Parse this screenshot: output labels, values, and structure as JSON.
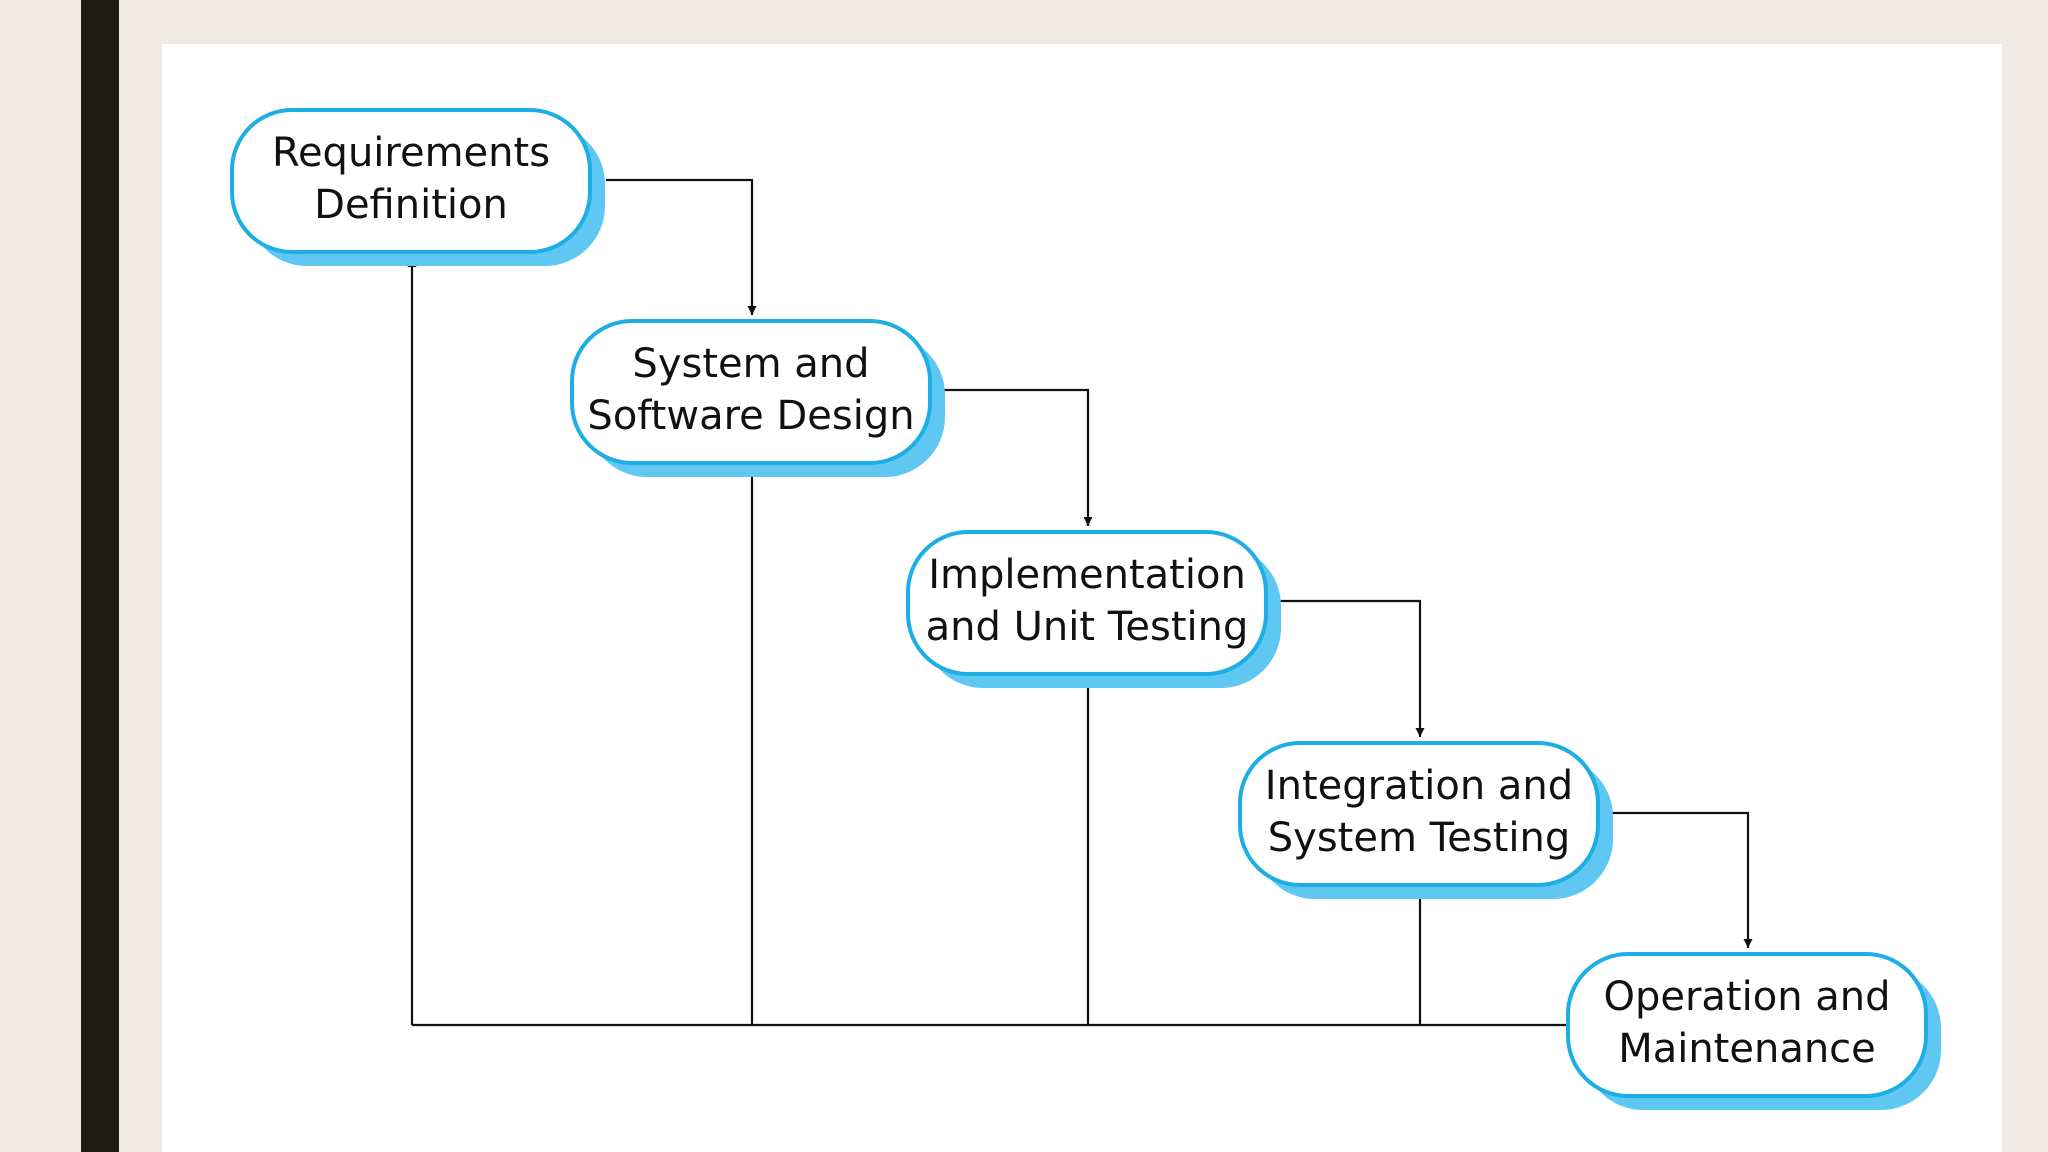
{
  "diagram": {
    "stages": [
      {
        "id": "requirements",
        "lines": [
          "Requirements",
          "Definition"
        ]
      },
      {
        "id": "design",
        "lines": [
          "System and",
          "Software Design"
        ]
      },
      {
        "id": "implementation",
        "lines": [
          "Implementation",
          "and Unit Testing"
        ]
      },
      {
        "id": "integration",
        "lines": [
          "Integration and",
          "System Testing"
        ]
      },
      {
        "id": "operation",
        "lines": [
          "Operation and",
          "Maintenance"
        ]
      }
    ],
    "colors": {
      "box_border": "#1eaee6",
      "box_shadow": "#5ec8f2",
      "box_fill": "#ffffff",
      "connector": "#111111"
    }
  }
}
